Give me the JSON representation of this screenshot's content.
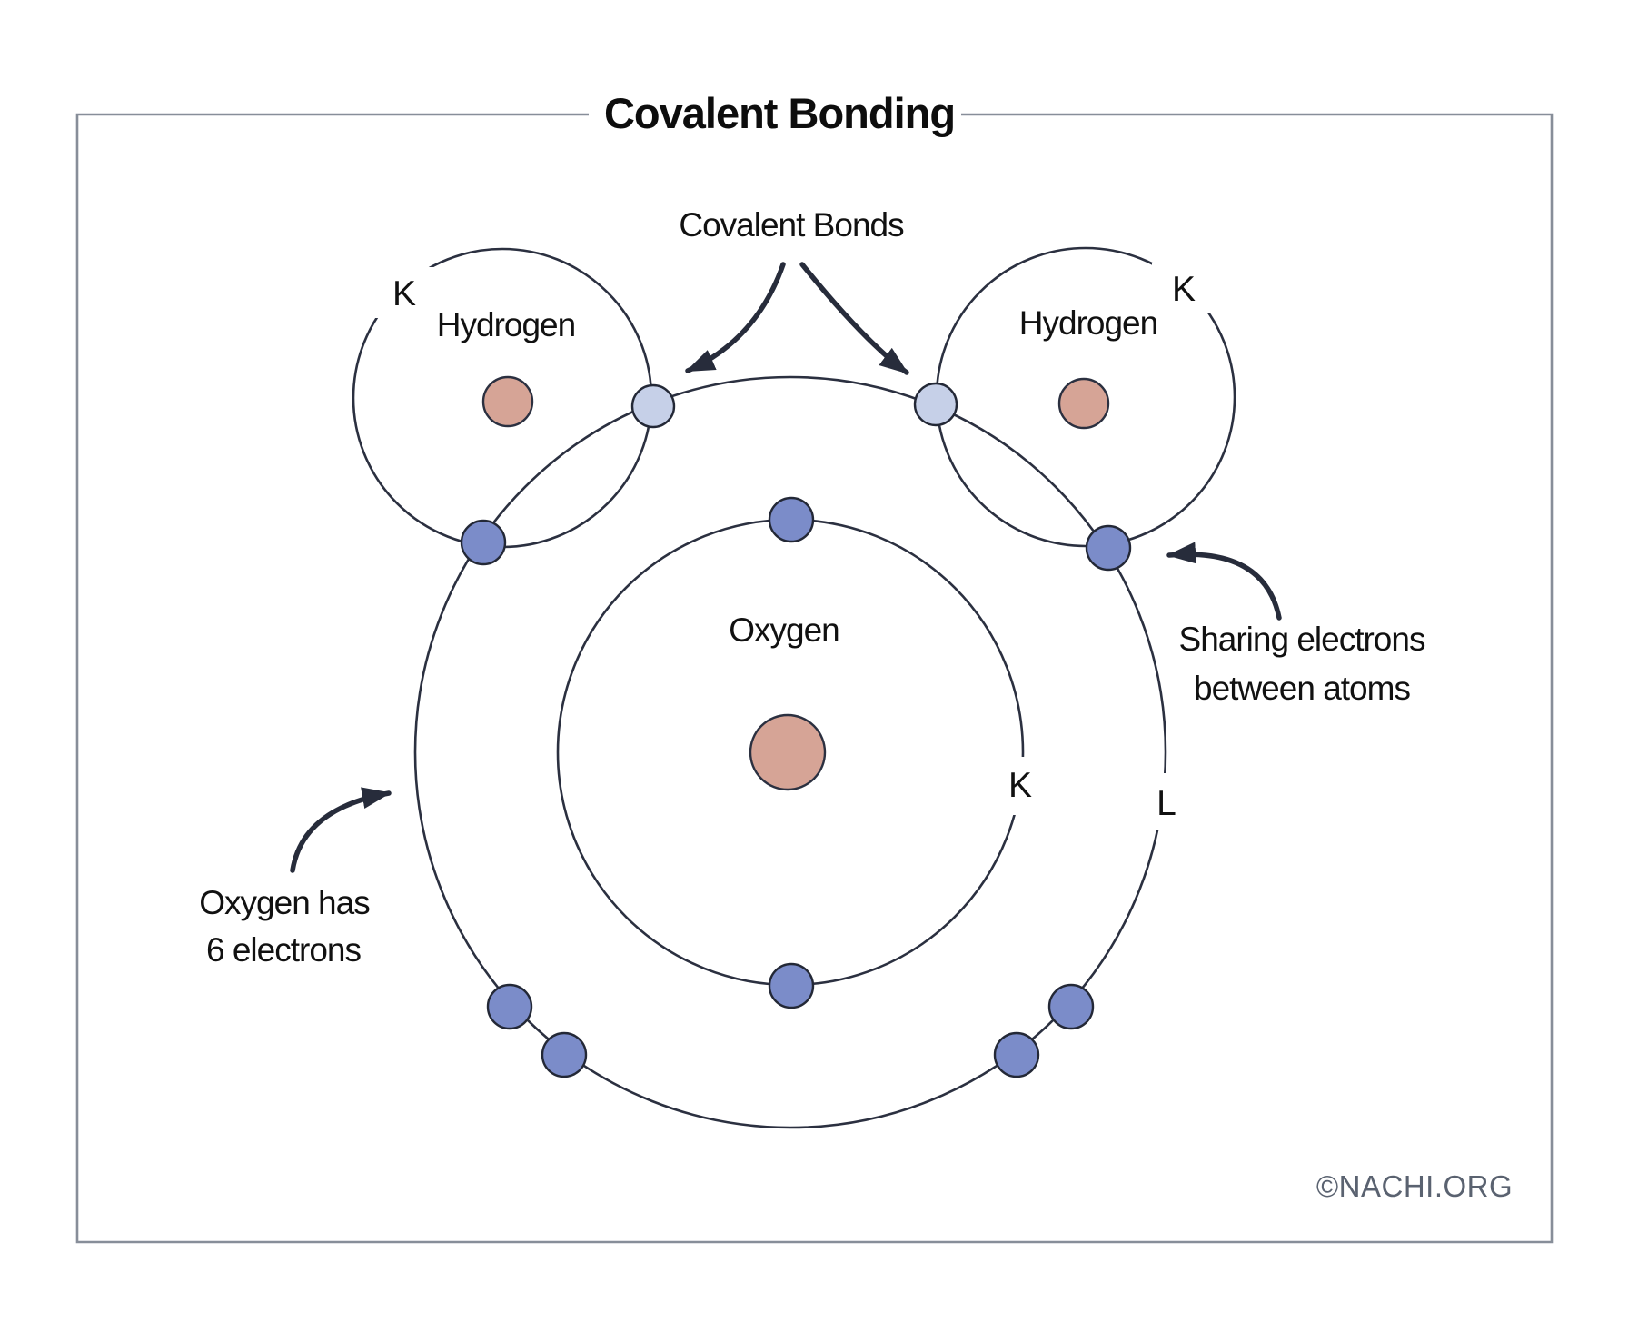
{
  "title": "Covalent Bonding",
  "labels": {
    "covalent_bonds": "Covalent Bonds",
    "hydrogen_left": "Hydrogen",
    "hydrogen_right": "Hydrogen",
    "oxygen": "Oxygen",
    "shell_k_hydrogen_left": "K",
    "shell_k_hydrogen_right": "K",
    "shell_k_oxygen": "K",
    "shell_l_oxygen": "L"
  },
  "annotations": {
    "oxygen_electrons_line1": "Oxygen has",
    "oxygen_electrons_line2": "6 electrons",
    "sharing_line1": "Sharing electrons",
    "sharing_line2": "between atoms"
  },
  "footer": {
    "credit": "©NACHI.ORG"
  },
  "colors": {
    "nucleus_fill": "#d6a496",
    "shared_electron_fill": "#c6d0e8",
    "electron_fill": "#7b8cc9",
    "shell_stroke": "#2b3040",
    "arrow_color": "#272c3b",
    "border_color": "#878e99",
    "credit_color": "#5a6270",
    "text_color": "#111111"
  }
}
